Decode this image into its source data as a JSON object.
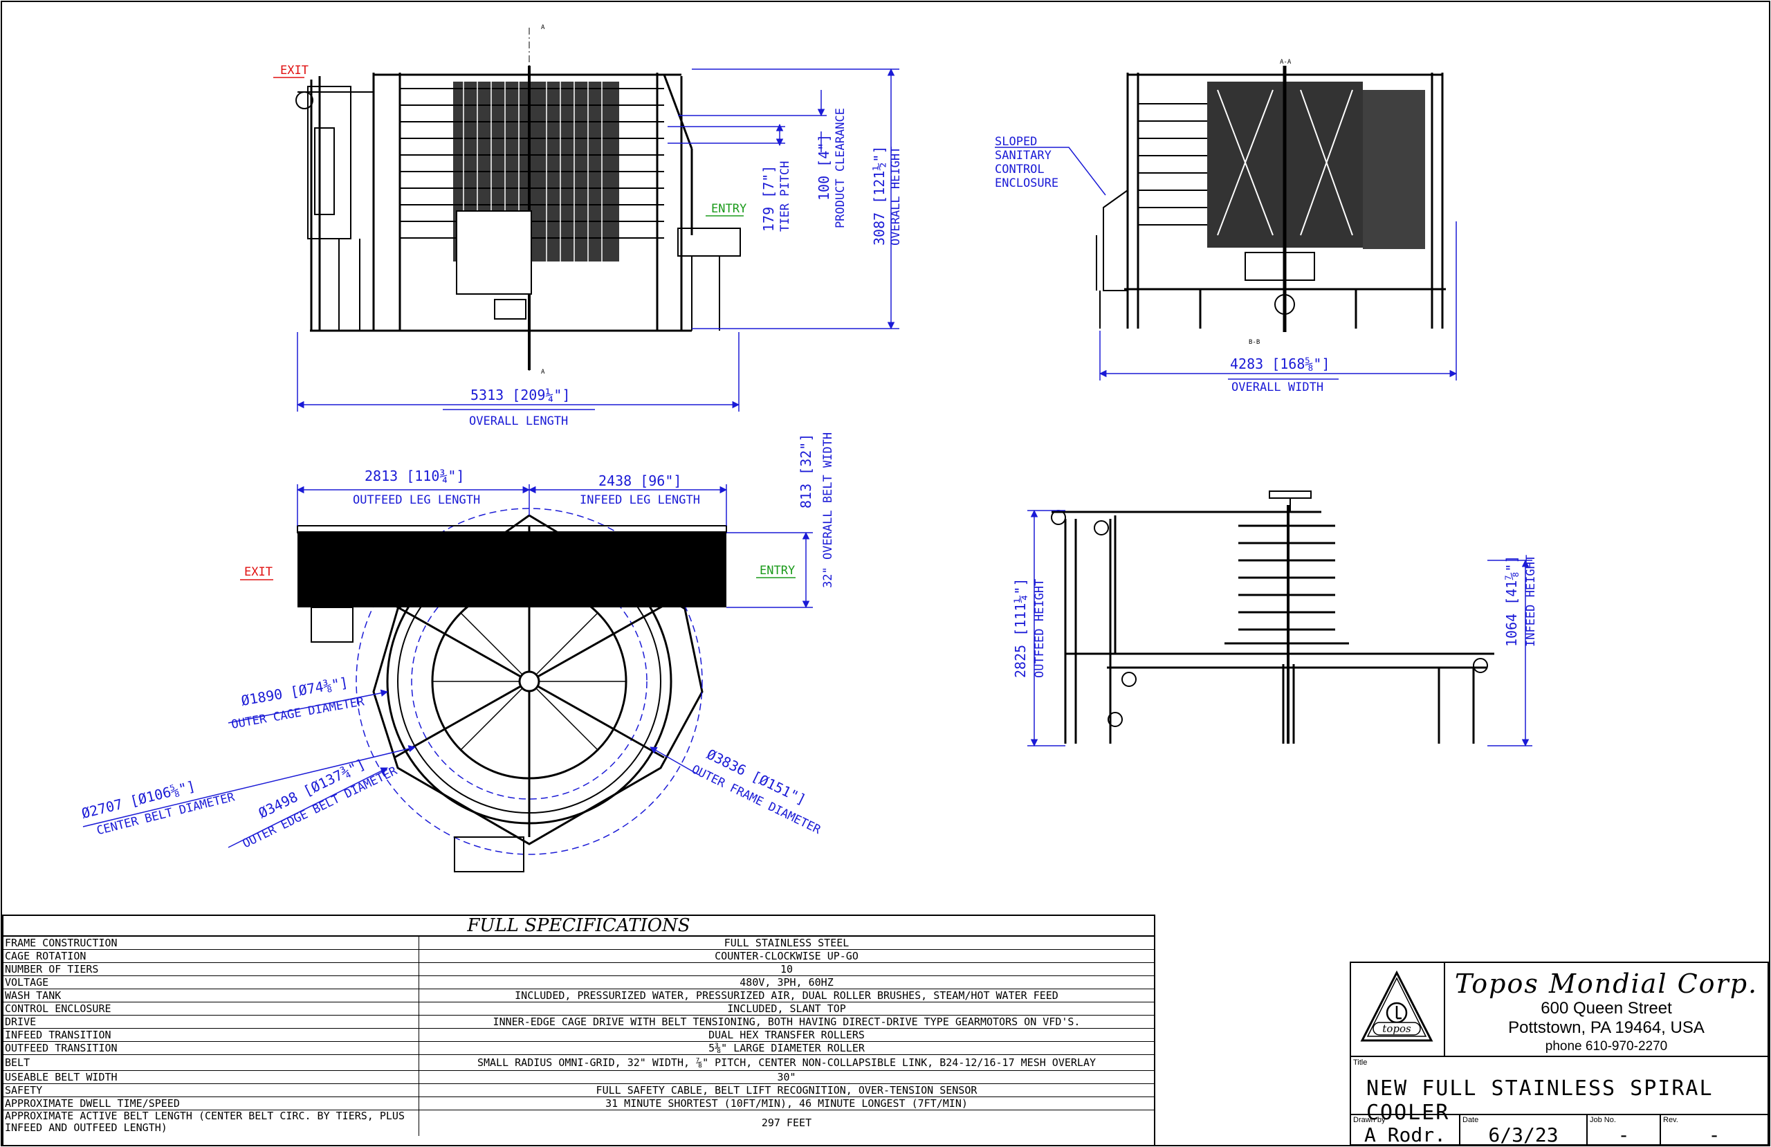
{
  "views": {
    "side": {
      "exit_label": "EXIT",
      "entry_label": "ENTRY",
      "section_mark": "A",
      "tier_pitch_value": "179 [7\"]",
      "tier_pitch_label": "TIER PITCH",
      "clearance_value": "100 [4\"]",
      "clearance_label": "PRODUCT CLEARANCE",
      "height_value": "3087 [121½\"]",
      "height_label": "OVERALL HEIGHT",
      "length_value": "5313 [209¼\"]",
      "length_label": "OVERALL LENGTH"
    },
    "end": {
      "enclosure_note": [
        "SLOPED",
        "SANITARY",
        "CONTROL",
        "ENCLOSURE"
      ],
      "section_top": "A-A",
      "section_bottom": "B-B",
      "width_value": "4283 [168⅝\"]",
      "width_label": "OVERALL WIDTH"
    },
    "plan": {
      "exit_label": "EXIT",
      "entry_label": "ENTRY",
      "outfeed_value": "2813 [110¾\"]",
      "outfeed_label": "OUTFEED LEG LENGTH",
      "infeed_value": "2438 [96\"]",
      "infeed_label": "INFEED LEG LENGTH",
      "belt_width_value": "813 [32\"]",
      "belt_width_label": "32\" OVERALL BELT WIDTH",
      "outer_cage_value": "Ø1890 [Ø74⅜\"]",
      "outer_cage_label": "OUTER CAGE DIAMETER",
      "center_belt_value": "Ø2707 [Ø106⅝\"]",
      "center_belt_label": "CENTER BELT DIAMETER",
      "outer_edge_value": "Ø3498 [Ø137¾\"]",
      "outer_edge_label": "OUTER EDGE BELT DIAMETER",
      "outer_frame_value": "Ø3836 [Ø151\"]",
      "outer_frame_label": "OUTER FRAME DIAMETER"
    },
    "elevation": {
      "outfeed_height_value": "2825 [111¼\"]",
      "outfeed_height_label": "OUTFEED HEIGHT",
      "infeed_height_value": "1064 [41⅞\"]",
      "infeed_height_label": "INFEED HEIGHT"
    }
  },
  "specs": {
    "title": "FULL SPECIFICATIONS",
    "rows": [
      {
        "k": "FRAME CONSTRUCTION",
        "v": "FULL STAINLESS STEEL"
      },
      {
        "k": "CAGE ROTATION",
        "v": "COUNTER-CLOCKWISE UP-GO"
      },
      {
        "k": "NUMBER OF TIERS",
        "v": "10"
      },
      {
        "k": "VOLTAGE",
        "v": "480V, 3PH, 60HZ"
      },
      {
        "k": "WASH TANK",
        "v": "INCLUDED, PRESSURIZED WATER, PRESSURIZED AIR, DUAL ROLLER BRUSHES, STEAM/HOT WATER FEED"
      },
      {
        "k": "CONTROL ENCLOSURE",
        "v": "INCLUDED, SLANT TOP"
      },
      {
        "k": "DRIVE",
        "v": "INNER-EDGE CAGE DRIVE WITH BELT TENSIONING, BOTH HAVING DIRECT-DRIVE TYPE GEARMOTORS ON VFD'S."
      },
      {
        "k": "INFEED TRANSITION",
        "v": "DUAL HEX TRANSFER ROLLERS"
      },
      {
        "k": "OUTFEED TRANSITION",
        "v": "5⅜\" LARGE DIAMETER ROLLER"
      },
      {
        "k": "BELT",
        "v": "SMALL RADIUS OMNI-GRID, 32\" WIDTH, ⅞\" PITCH, CENTER NON-COLLAPSIBLE LINK, B24-12/16-17 MESH OVERLAY"
      },
      {
        "k": "USEABLE BELT WIDTH",
        "v": "30\""
      },
      {
        "k": "SAFETY",
        "v": "FULL SAFETY CABLE, BELT LIFT RECOGNITION, OVER-TENSION SENSOR"
      },
      {
        "k": "APPROXIMATE DWELL TIME/SPEED",
        "v": "31 MINUTE SHORTEST (10FT/MIN), 46 MINUTE LONGEST (7FT/MIN)"
      },
      {
        "k": "APPROXIMATE ACTIVE BELT LENGTH (CENTER BELT CIRC. BY TIERS, PLUS INFEED AND OUTFEED LENGTH)",
        "v": "297 FEET"
      }
    ]
  },
  "title_block": {
    "logo_text": "topos",
    "company": "Topos Mondial Corp.",
    "address1": "600 Queen Street",
    "address2": "Pottstown, PA 19464, USA",
    "phone": "phone 610-970-2270",
    "title_caption": "Title",
    "title": "NEW FULL STAINLESS SPIRAL COOLER",
    "drawn_caption": "Drawn by",
    "drawn_by": "A Rodr.",
    "date_caption": "Date",
    "date": "6/3/23",
    "job_caption": "Job No.",
    "job_no": "-",
    "rev_caption": "Rev.",
    "rev": "-"
  }
}
